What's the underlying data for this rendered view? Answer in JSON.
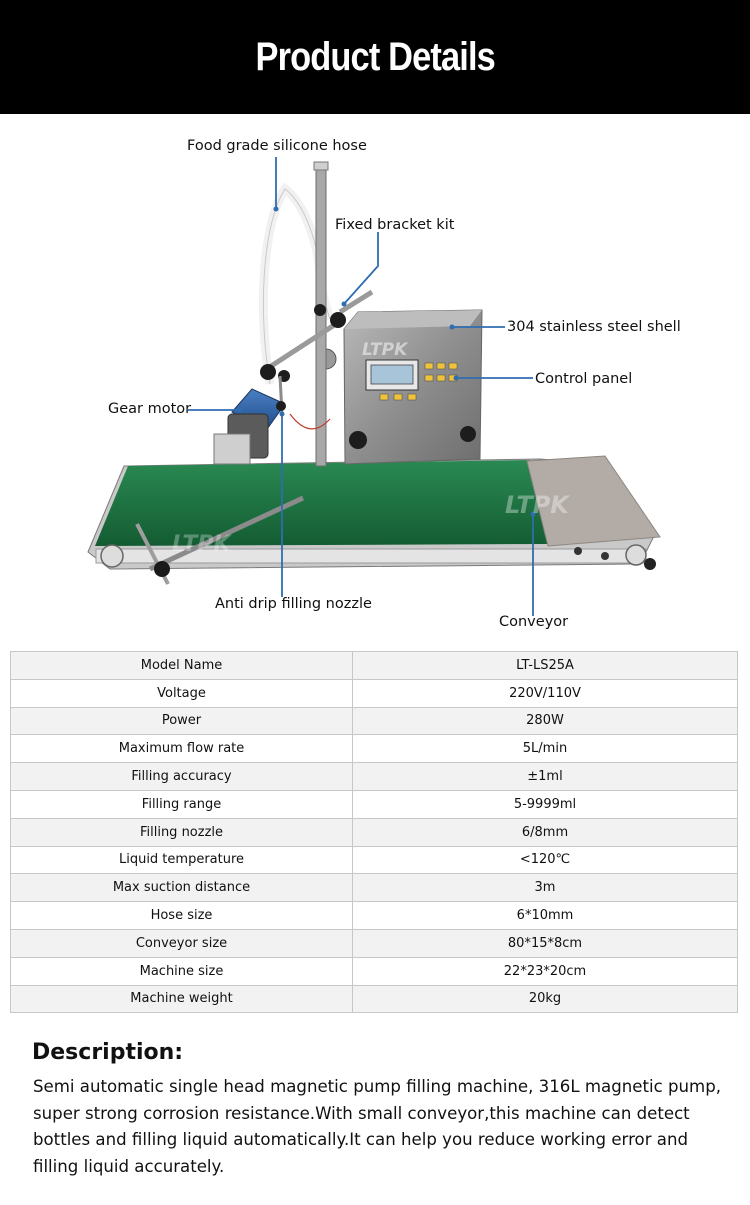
{
  "header": {
    "title": "Product Details"
  },
  "figure": {
    "watermark_top": "LTPK",
    "watermark_belt": "LTPK",
    "watermark_left": "LTPK",
    "callouts": {
      "hose": "Food grade silicone hose",
      "bracket": "Fixed bracket kit",
      "shell": "304 stainless steel shell",
      "panel": "Control panel",
      "motor": "Gear motor",
      "nozzle": "Anti drip filling nozzle",
      "conveyor": "Conveyor"
    }
  },
  "specs": [
    [
      "Model Name",
      "LT-LS25A"
    ],
    [
      "Voltage",
      "220V/110V"
    ],
    [
      "Power",
      "280W"
    ],
    [
      "Maximum flow rate",
      "5L/min"
    ],
    [
      "Filling accuracy",
      "±1ml"
    ],
    [
      "Filling range",
      "5-9999ml"
    ],
    [
      "Filling nozzle",
      "6/8mm"
    ],
    [
      "Liquid temperature",
      "<120℃"
    ],
    [
      "Max suction distance",
      "3m"
    ],
    [
      "Hose size",
      "6*10mm"
    ],
    [
      "Conveyor size",
      "80*15*8cm"
    ],
    [
      "Machine size",
      "22*23*20cm"
    ],
    [
      "Machine weight",
      "20kg"
    ]
  ],
  "description": {
    "title": "Description:",
    "body": "Semi automatic single head magnetic pump filling machine, 316L magnetic pump, super strong corrosion resistance.With small conveyor,this machine can detect bottles and filling liquid automatically.It can help you reduce working error and filling liquid accurately."
  },
  "colors": {
    "banner": "#000000",
    "belt": "#1f7a45",
    "leader": "#2f6db0",
    "steel": "#9a9a9a"
  }
}
